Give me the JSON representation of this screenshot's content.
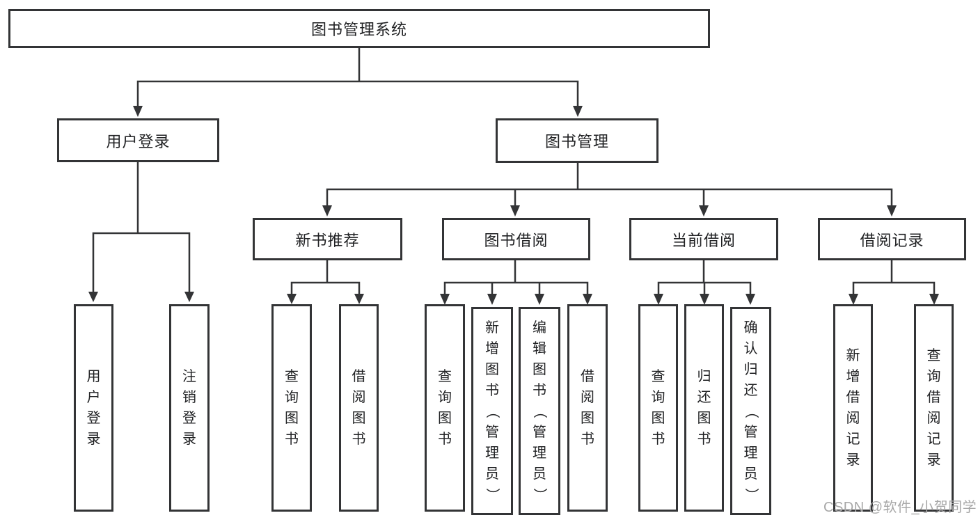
{
  "structure": {
    "label": "图书管理系统",
    "children": [
      {
        "label": "用户登录",
        "children": [
          {
            "label": "用户登录"
          },
          {
            "label": "注销登录"
          }
        ]
      },
      {
        "label": "图书管理",
        "children": [
          {
            "label": "新书推荐",
            "children": [
              {
                "label": "查询图书"
              },
              {
                "label": "借阅图书"
              }
            ]
          },
          {
            "label": "图书借阅",
            "children": [
              {
                "label": "查询图书"
              },
              {
                "label": "新增图书（管理员）"
              },
              {
                "label": "编辑图书（管理员）"
              },
              {
                "label": "借阅图书"
              }
            ]
          },
          {
            "label": "当前借阅",
            "children": [
              {
                "label": "查询图书"
              },
              {
                "label": "归还图书"
              },
              {
                "label": "确认归还（管理员）"
              }
            ]
          },
          {
            "label": "借阅记录",
            "children": [
              {
                "label": "新增借阅记录"
              },
              {
                "label": "查询借阅记录"
              }
            ]
          }
        ]
      }
    ]
  },
  "watermark": "CSDN @软件_小贺同学",
  "colors": {
    "line": "#333436",
    "box_border": "#333436",
    "box_fill": "#ffffff",
    "text": "#212224",
    "watermark": "#a8a8a8",
    "background": "#ffffff"
  }
}
